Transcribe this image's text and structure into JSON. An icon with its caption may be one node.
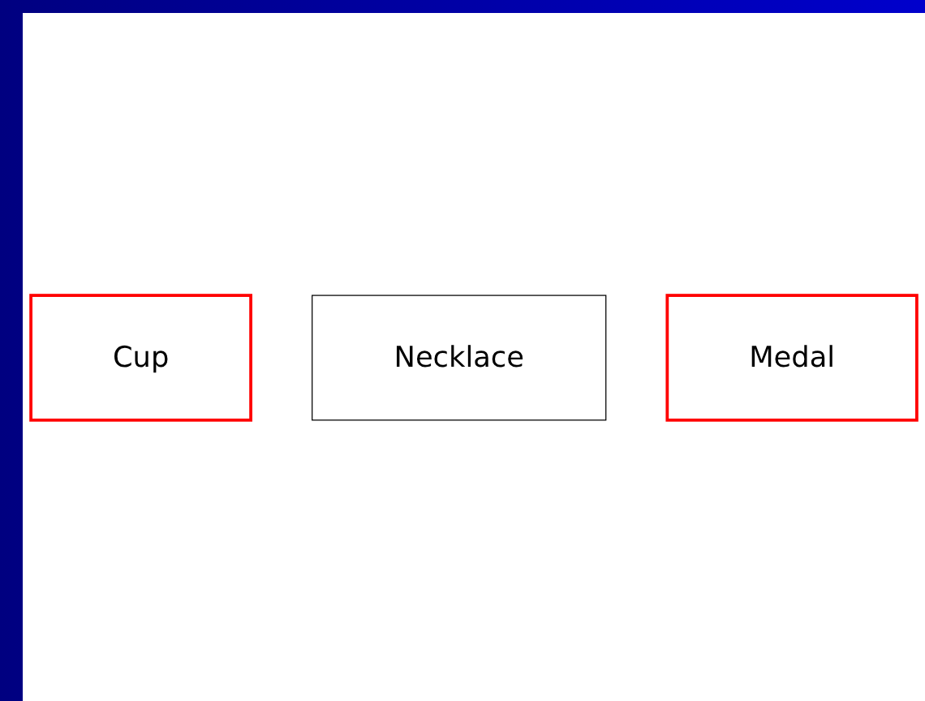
{
  "diagram": {
    "nodes": [
      {
        "text": [
          "Cup"
        ]
      },
      {
        "text": [
          "Necklace"
        ]
      },
      {
        "text": [
          "Medal"
        ]
      }
    ]
  }
}
